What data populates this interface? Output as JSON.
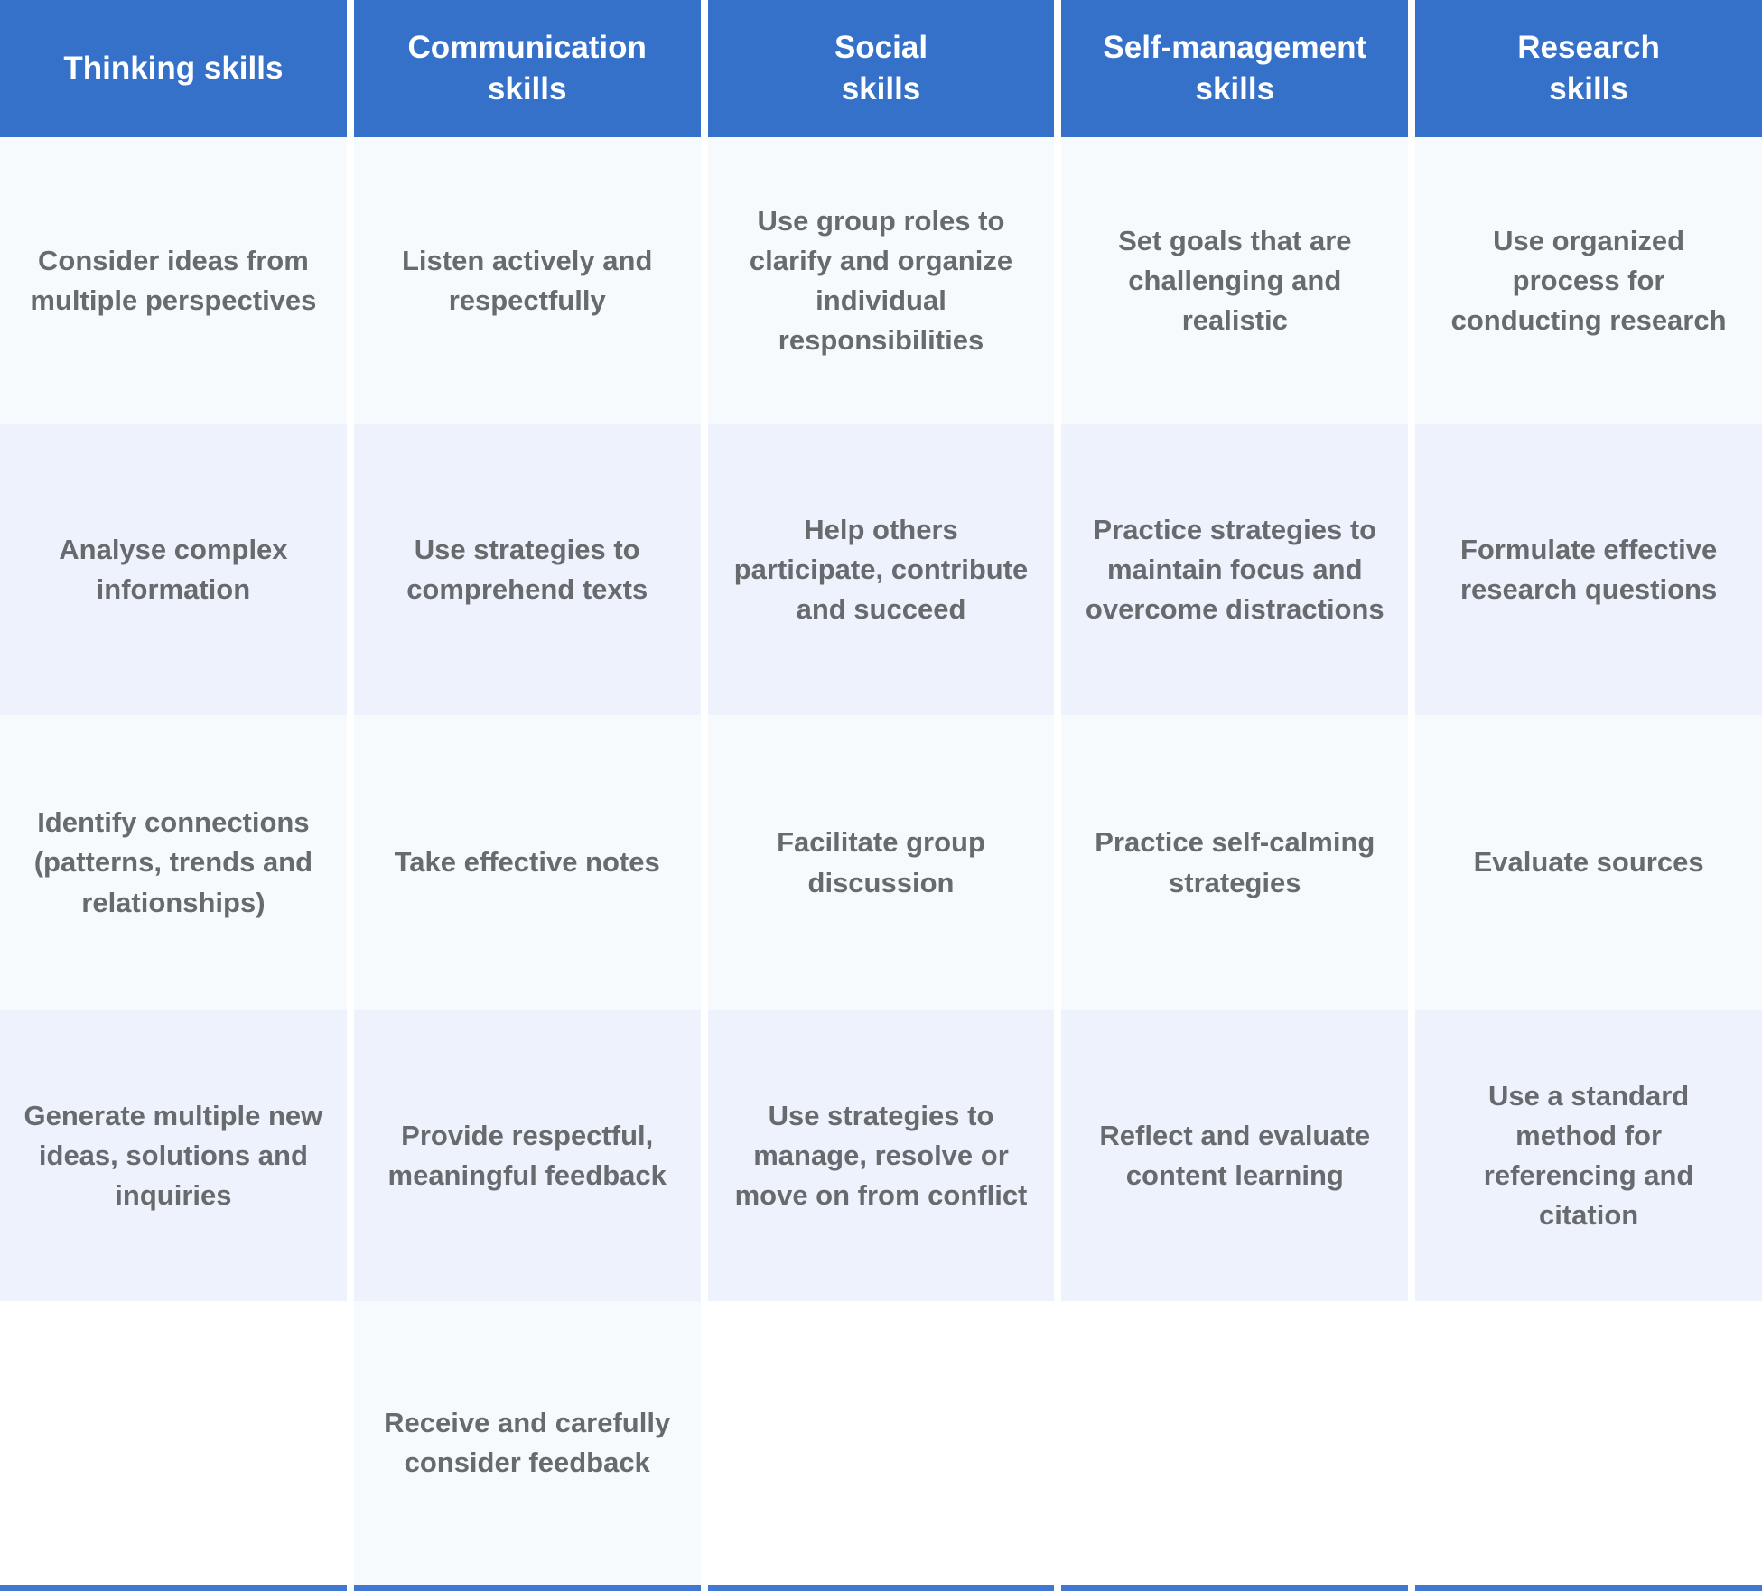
{
  "table": {
    "columns": [
      {
        "label": "Thinking skills"
      },
      {
        "label": "Communication\nskills"
      },
      {
        "label": "Social\nskills"
      },
      {
        "label": "Self-management\nskills"
      },
      {
        "label": "Research\nskills"
      }
    ],
    "rows": [
      [
        "Consider ideas from multiple perspectives",
        "Listen actively and respectfully",
        "Use group roles to clarify and organize individual responsibilities",
        "Set goals that are challenging and realistic",
        "Use organized process for conducting research"
      ],
      [
        "Analyse complex information",
        "Use strategies to comprehend texts",
        "Help others participate, contribute and succeed",
        "Practice strategies to maintain focus and overcome distractions",
        "Formulate effective research questions"
      ],
      [
        "Identify connections (patterns, trends and relationships)",
        "Take effective notes",
        "Facilitate group discussion",
        "Practice self-calming strategies",
        "Evaluate sources"
      ],
      [
        "Generate multiple new ideas, solutions and inquiries",
        "Provide respectful, meaningful feedback",
        "Use strategies to manage, resolve or move on from conflict",
        "Reflect and evaluate content learning",
        "Use a standard method for referencing and citation"
      ],
      [
        "",
        "Receive and carefully consider feedback",
        "",
        "",
        ""
      ]
    ]
  },
  "colors": {
    "header_background": "#3571c9",
    "header_text": "#ffffff",
    "row_light": "#f7fafd",
    "row_dark": "#edf2fc",
    "cell_text": "#676b6e",
    "bottom_accent": "#4077d2"
  }
}
